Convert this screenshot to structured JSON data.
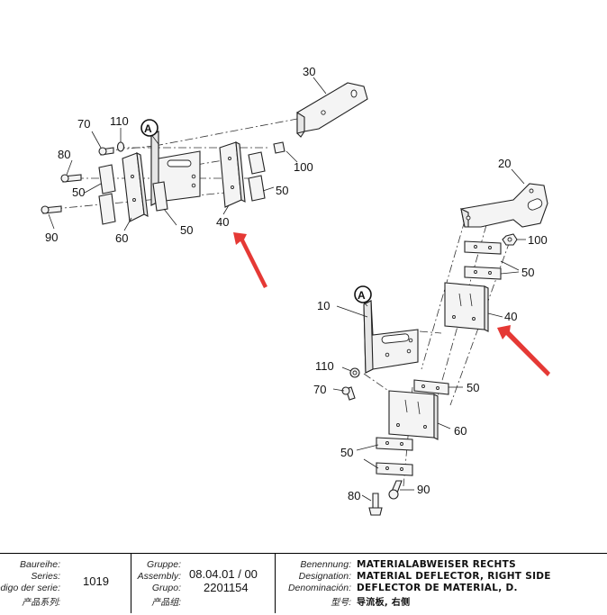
{
  "callouts": {
    "left_30": "30",
    "left_70": "70",
    "left_110": "110",
    "left_a": "A",
    "left_80": "80",
    "left_50a": "50",
    "left_100": "100",
    "left_50b": "50",
    "left_90": "90",
    "left_60": "60",
    "left_50c": "50",
    "left_40": "40",
    "right_20": "20",
    "right_100": "100",
    "right_50a": "50",
    "right_a": "A",
    "right_10": "10",
    "right_40": "40",
    "right_110": "110",
    "right_70": "70",
    "right_50b": "50",
    "right_60": "60",
    "right_50c": "50",
    "right_80": "80",
    "right_90": "90"
  },
  "colors": {
    "arrow": "#e53935",
    "line": "#222222"
  },
  "titleblock": {
    "baureihe_label": "Baureihe:",
    "series_label": "Series:",
    "codigo_label": "Código der serie:",
    "series_cn_label": "产品系列:",
    "series_value": "1019",
    "gruppe_label": "Gruppe:",
    "assembly_label": "Assembly:",
    "grupo_label": "Grupo:",
    "group_cn_label": "产品组:",
    "assembly_value": "08.04.01 / 00",
    "grupo_value": "2201154",
    "benennung_label": "Benennung:",
    "designation_label": "Designation:",
    "denominacion_label": "Denominación:",
    "type_cn_label": "型号:",
    "benennung_value": "MATERIALABWEISER RECHTS",
    "designation_value": "MATERIAL DEFLECTOR, RIGHT SIDE",
    "denominacion_value": "DEFLECTOR DE MATERIAL, D.",
    "type_cn_value": "导流板, 右侧"
  }
}
